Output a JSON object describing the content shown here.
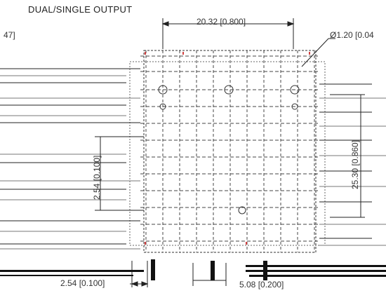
{
  "title": "DUAL/SINGLE OUTPUT",
  "dimensions": {
    "top_width": "20.32 [0.800]",
    "left_fragment": "47]",
    "hole_diameter": "Ø1.20 [0.04",
    "right_vertical": "25.30 [0.860]",
    "left_vertical": "2.54 [0.100]",
    "bottom_left": "2.54 [0.100]",
    "bottom_right": "5.08 [0.200]"
  },
  "colors": {
    "line": "#333333",
    "faint": "#9a9a9a",
    "accent": "#d04040"
  }
}
